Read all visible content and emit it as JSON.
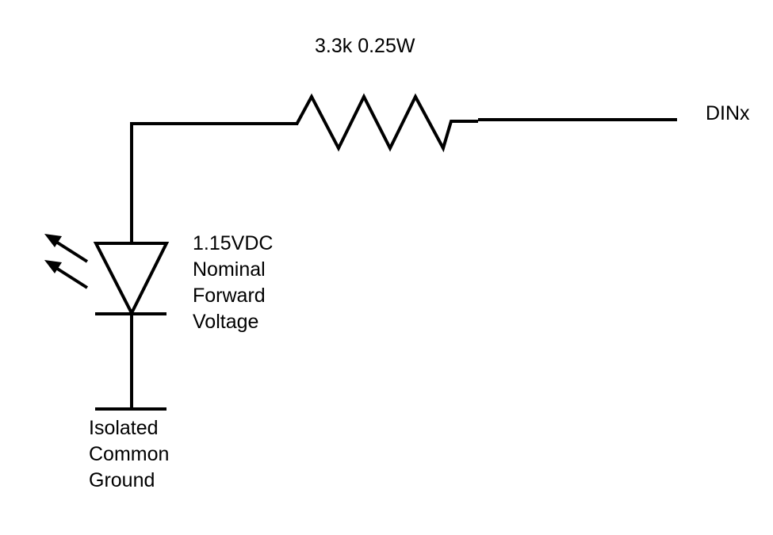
{
  "labels": {
    "resistor": "3.3k 0.25W",
    "output": "DINx",
    "diode": [
      "1.15VDC",
      "Nominal",
      "Forward",
      "Voltage"
    ],
    "ground": [
      "Isolated",
      "Common",
      "Ground"
    ]
  },
  "colors": {
    "line": "#000000",
    "background": "#ffffff"
  }
}
